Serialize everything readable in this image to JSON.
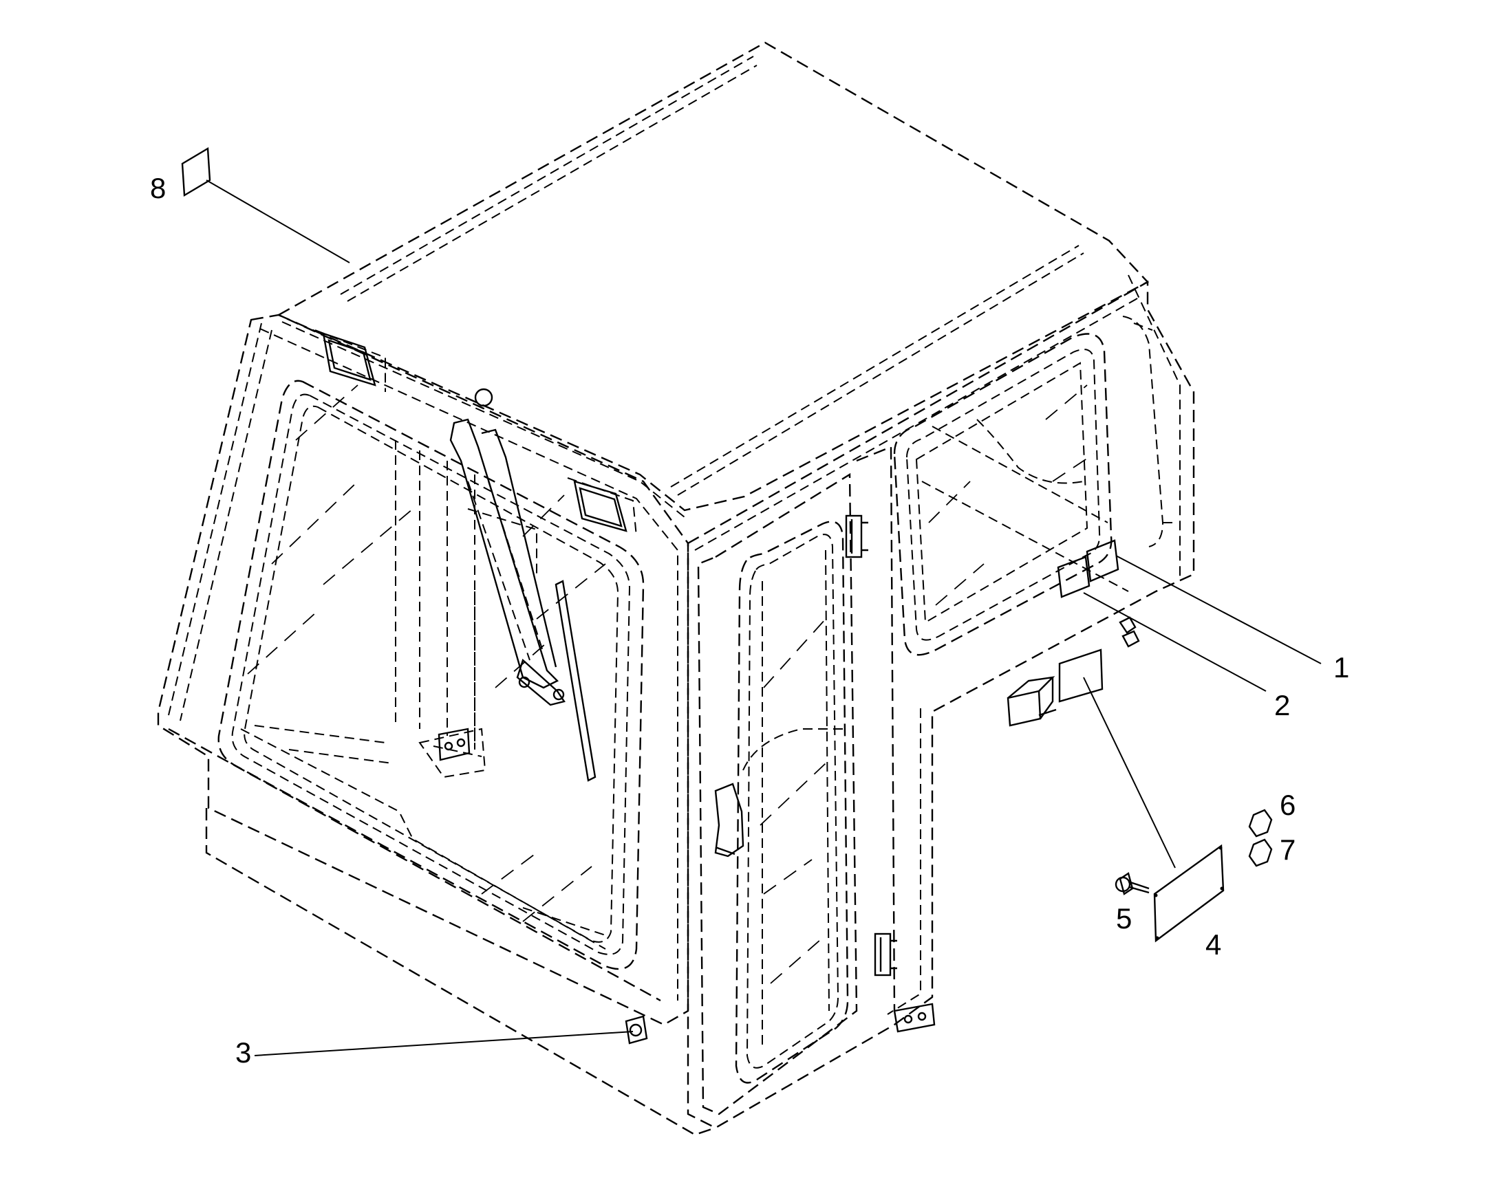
{
  "figure": {
    "type": "exploded-parts-diagram",
    "subject": "operator-cab"
  },
  "callouts": [
    {
      "id": "1",
      "label": "1"
    },
    {
      "id": "2",
      "label": "2"
    },
    {
      "id": "3",
      "label": "3"
    },
    {
      "id": "4",
      "label": "4"
    },
    {
      "id": "5",
      "label": "5"
    },
    {
      "id": "6",
      "label": "6"
    },
    {
      "id": "7",
      "label": "7"
    },
    {
      "id": "8",
      "label": "8"
    }
  ],
  "colors": {
    "line": "#000000",
    "background": "#ffffff"
  }
}
